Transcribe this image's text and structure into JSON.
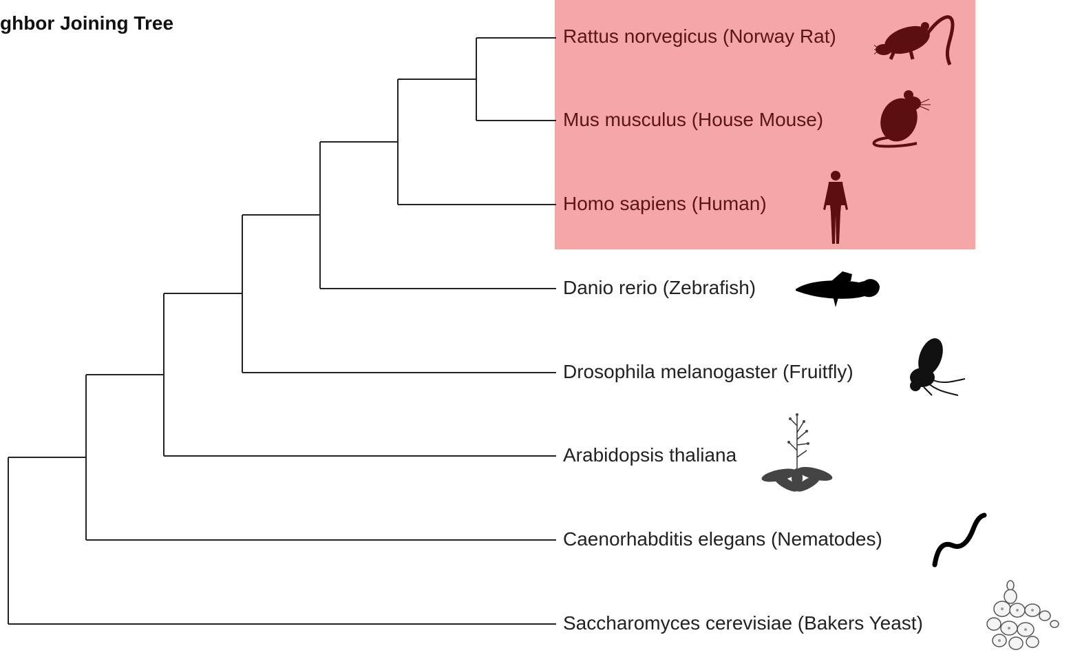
{
  "title": "ghbor Joining Tree",
  "colors": {
    "highlight": "#f5a6a6",
    "mammal_icon": "#5c0f0f",
    "branch": "#222222"
  },
  "leaves": [
    {
      "label": "Rattus norvegicus (Norway Rat)",
      "icon": "rat-icon",
      "highlighted": true
    },
    {
      "label": "Mus musculus (House Mouse)",
      "icon": "mouse-icon",
      "highlighted": true
    },
    {
      "label": "Homo sapiens (Human)",
      "icon": "human-icon",
      "highlighted": true
    },
    {
      "label": "Danio rerio (Zebrafish)",
      "icon": "fish-icon",
      "highlighted": false
    },
    {
      "label": "Drosophila melanogaster (Fruitfly)",
      "icon": "fly-icon",
      "highlighted": false
    },
    {
      "label": "Arabidopsis thaliana",
      "icon": "plant-icon",
      "highlighted": false
    },
    {
      "label": "Caenorhabditis elegans (Nematodes)",
      "icon": "worm-icon",
      "highlighted": false
    },
    {
      "label": "Saccharomyces cerevisiae (Bakers Yeast)",
      "icon": "yeast-icon",
      "highlighted": false
    }
  ]
}
